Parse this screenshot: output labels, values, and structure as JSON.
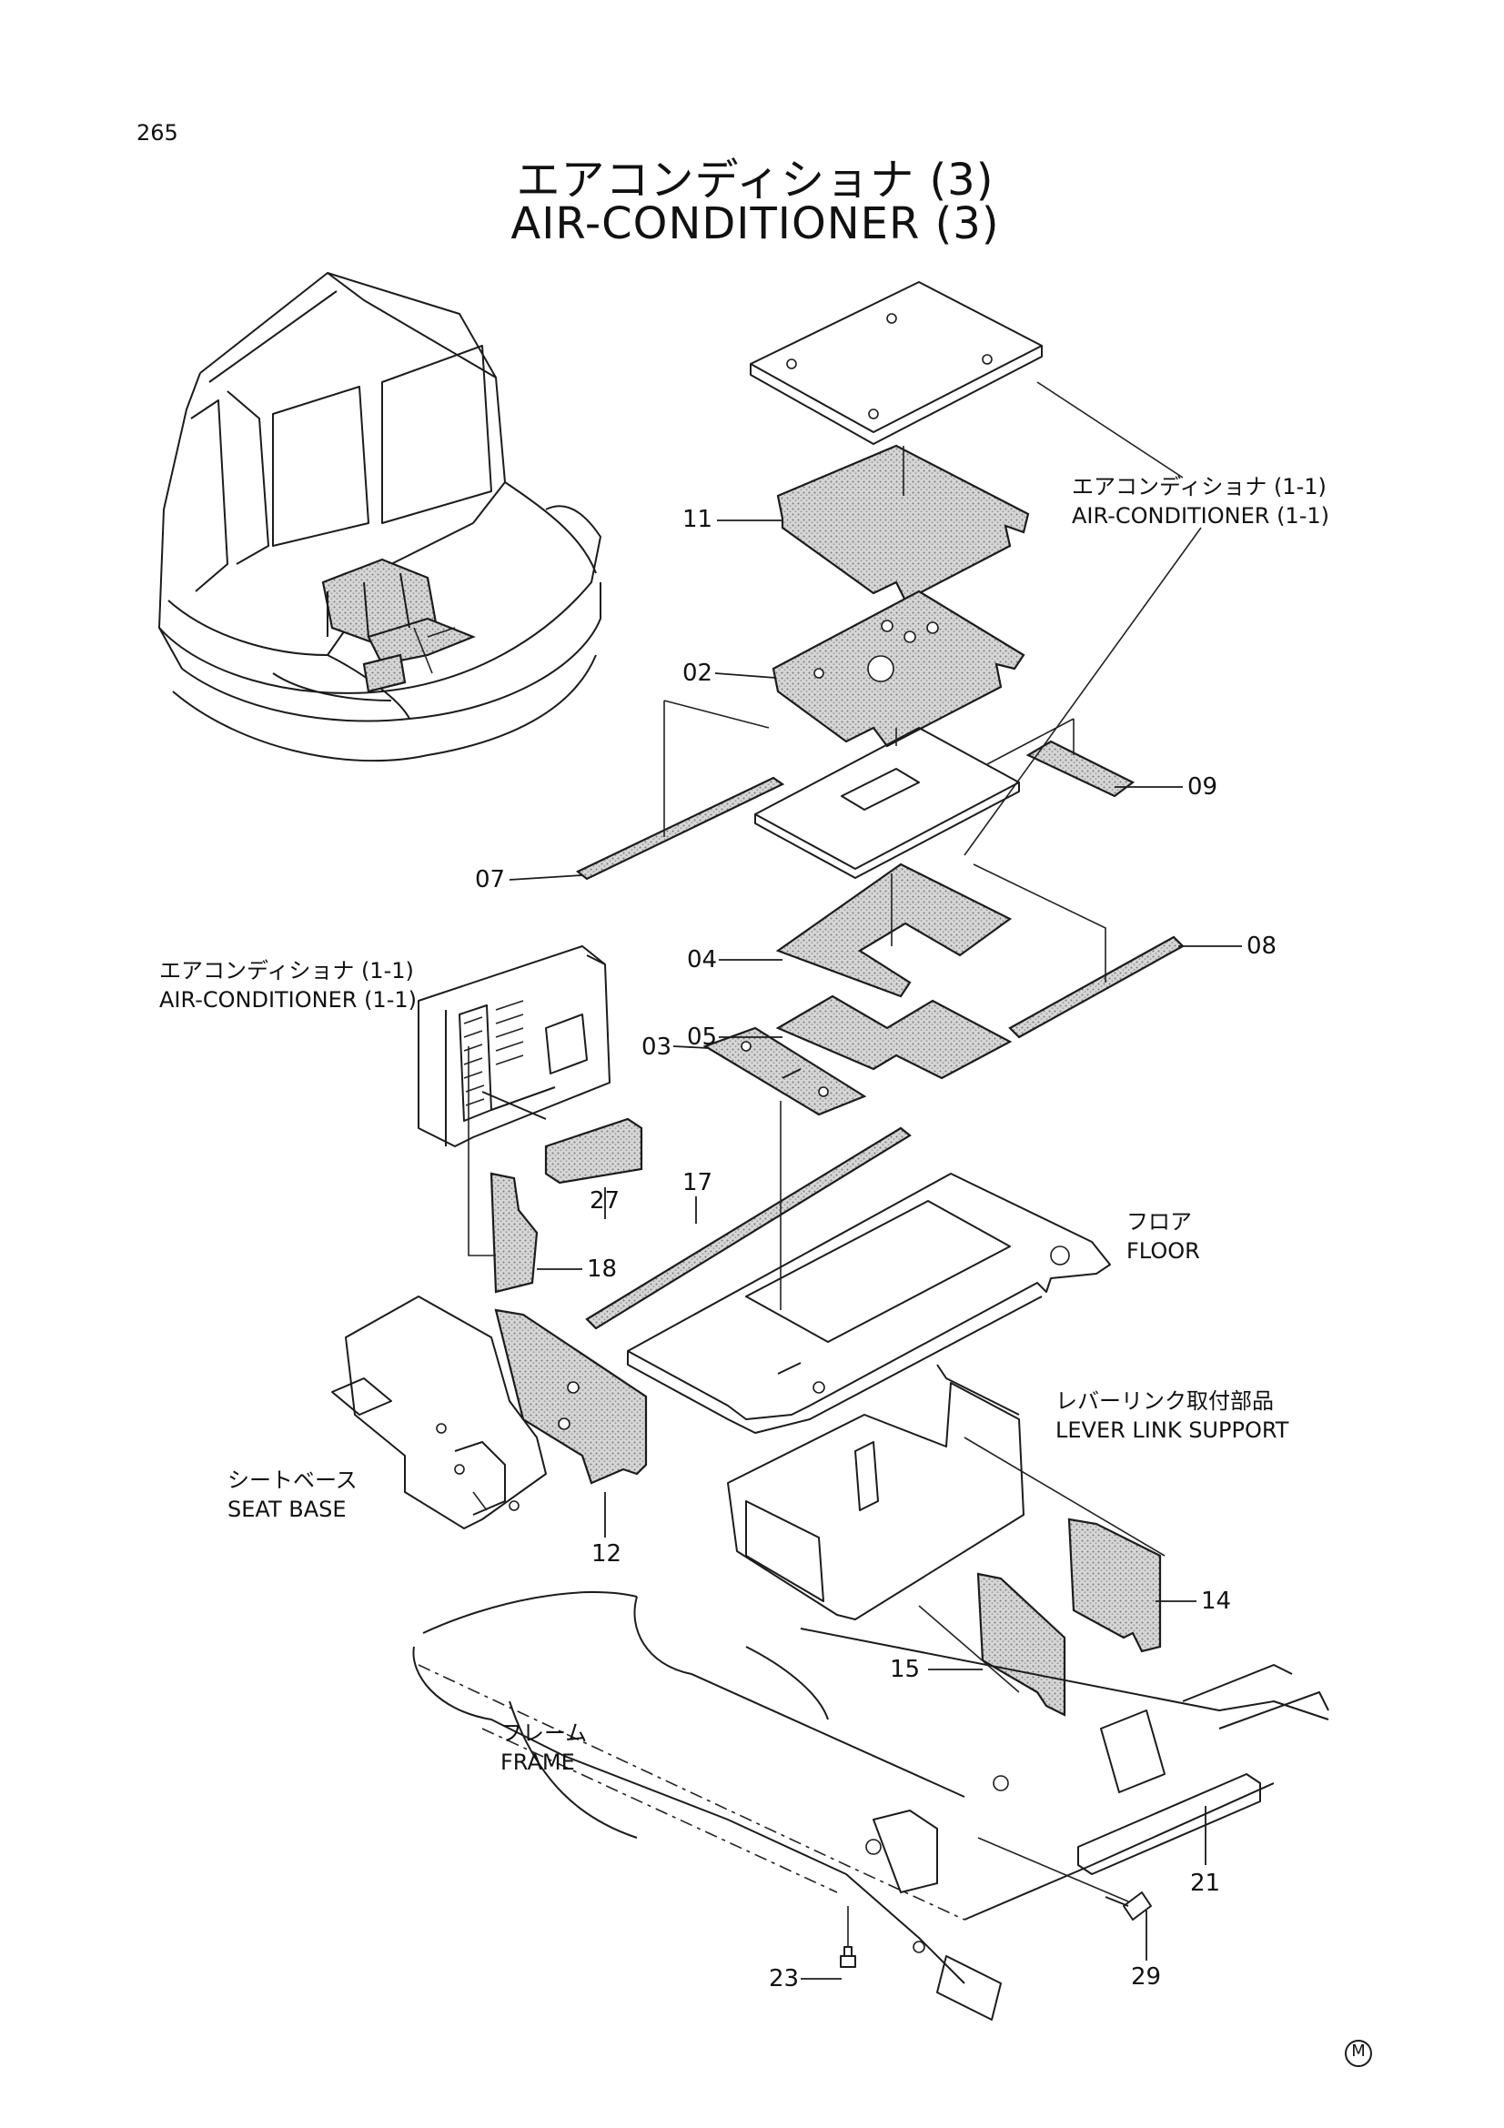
{
  "page_number": "265",
  "title": {
    "ja": "エアコンディショナ (3)",
    "en": "AIR-CONDITIONER (3)"
  },
  "labels": {
    "ac_right_ja": "エアコンディショナ (1-1)",
    "ac_right_en": "AIR-CONDITIONER (1-1)",
    "ac_left_ja": "エアコンディショナ (1-1)",
    "ac_left_en": "AIR-CONDITIONER (1-1)",
    "floor_ja": "フロア",
    "floor_en": "FLOOR",
    "lever_ja": "レバーリンク取付部品",
    "lever_en": "LEVER LINK SUPPORT",
    "seat_ja": "シートベース",
    "seat_en": "SEAT BASE",
    "frame_ja": "フレーム",
    "frame_en": "FRAME"
  },
  "part_numbers": {
    "p11": "11",
    "p02": "02",
    "p09": "09",
    "p07": "07",
    "p08": "08",
    "p04": "04",
    "p05": "05",
    "p03": "03",
    "p27": "27",
    "p17": "17",
    "p18": "18",
    "p12": "12",
    "p14": "14",
    "p15": "15",
    "p21": "21",
    "p29": "29",
    "p23": "23"
  },
  "mark": "M"
}
